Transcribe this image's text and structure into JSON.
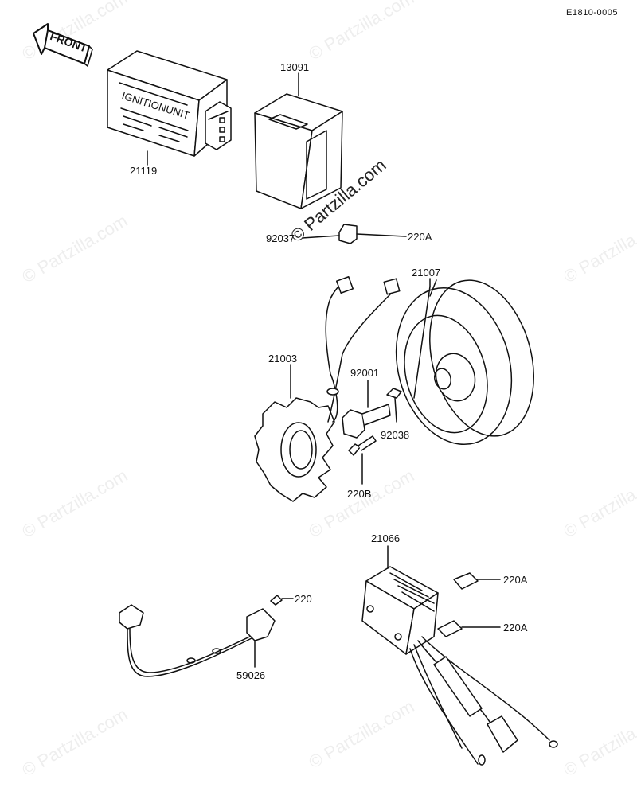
{
  "document": {
    "code": "E1810-0005"
  },
  "watermark": {
    "text": "© Partzilla.com"
  },
  "front_arrow": {
    "label": "FRONT"
  },
  "ignition_unit": {
    "face_text": "IGNITIONUNIT"
  },
  "callouts": [
    {
      "id": "ignition-unit",
      "part": "21119"
    },
    {
      "id": "cover",
      "part": "13091"
    },
    {
      "id": "connector-plug",
      "part": "92037"
    },
    {
      "id": "connector-bolt",
      "part": "220A"
    },
    {
      "id": "flywheel",
      "part": "21007"
    },
    {
      "id": "stator",
      "part": "21003"
    },
    {
      "id": "flywheel-bolt",
      "part": "92001"
    },
    {
      "id": "woodruff-key",
      "part": "92038"
    },
    {
      "id": "stator-screw",
      "part": "220B"
    },
    {
      "id": "regulator",
      "part": "21066"
    },
    {
      "id": "regulator-bolt-upper",
      "part": "220A"
    },
    {
      "id": "regulator-bolt-lower",
      "part": "220A"
    },
    {
      "id": "pickup-screw",
      "part": "220"
    },
    {
      "id": "pickup-coil",
      "part": "59026"
    }
  ]
}
